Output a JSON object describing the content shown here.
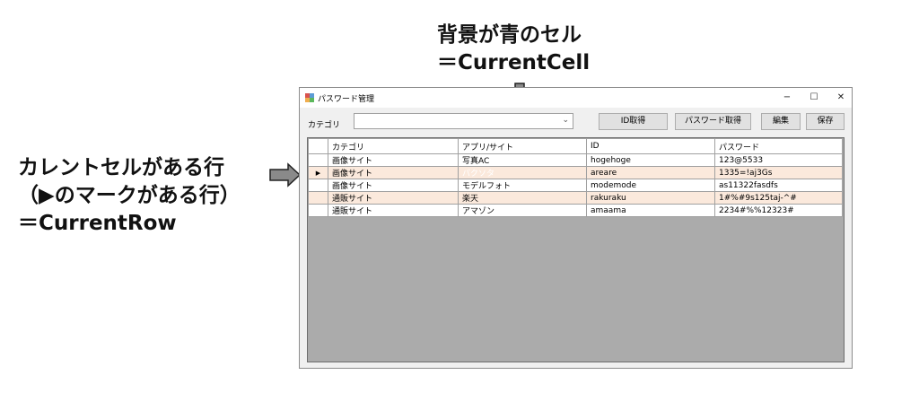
{
  "annotations": {
    "top_line1": "背景が青のセル",
    "top_line2": "＝CurrentCell",
    "left_line1": "カレントセルがある行",
    "left_line2": "（▶のマークがある行）",
    "left_line3": "＝CurrentRow"
  },
  "window": {
    "title": "パスワード管理",
    "minimize": "−",
    "maximize": "☐",
    "close": "✕"
  },
  "toolbar": {
    "category_label": "カテゴリ",
    "category_value": "",
    "id_button": "ID取得",
    "password_button": "パスワード取得",
    "edit_button": "編集",
    "save_button": "保存"
  },
  "grid": {
    "columns": [
      "カテゴリ",
      "アプリ/サイト",
      "ID",
      "パスワード"
    ],
    "current_row_marker": "▶",
    "rows": [
      [
        "画像サイト",
        "写真AC",
        "hogehoge",
        "123@5533"
      ],
      [
        "画像サイト",
        "パクソタ",
        "areare",
        "1335=!aj3Gs"
      ],
      [
        "画像サイト",
        "モデルフォト",
        "modemode",
        "as11322fasdfs"
      ],
      [
        "通販サイト",
        "楽天",
        "rakuraku",
        "1#%#9s125taj-^#"
      ],
      [
        "通販サイト",
        "アマゾン",
        "amaama",
        "2234#%%12323#"
      ]
    ]
  }
}
